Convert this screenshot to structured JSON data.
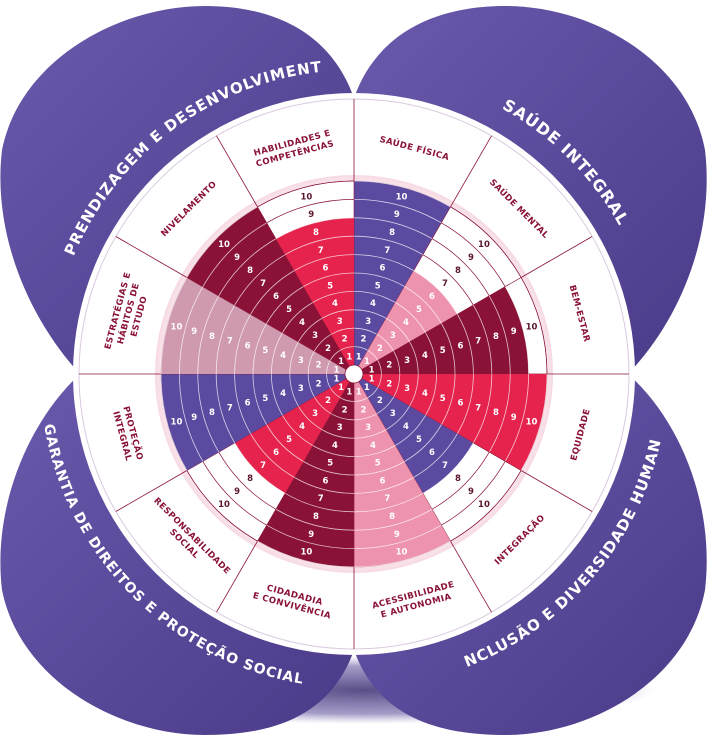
{
  "quadrants": [
    {
      "id": "aprendizagem",
      "title": "APRENDIZAGEM E DESENVOLVIMENTO"
    },
    {
      "id": "saude",
      "title": "SAÚDE INTEGRAL"
    },
    {
      "id": "inclusao",
      "title": "INCLUSÃO E DIVERSIDADE HUMANA"
    },
    {
      "id": "garantia",
      "title": "GARANTIA DE DIREITOS E PROTEÇÃO SOCIAL"
    }
  ],
  "segments": [
    {
      "id": "saude-fisica",
      "lines": [
        "SAÚDE FÍSICA"
      ],
      "value": 10,
      "color": "#5b4aa0"
    },
    {
      "id": "saude-mental",
      "lines": [
        "SAÚDE MENTAL"
      ],
      "value": 6,
      "color": "#ee93ae"
    },
    {
      "id": "bem-estar",
      "lines": [
        "BEM-ESTAR"
      ],
      "value": 9,
      "color": "#8a1236"
    },
    {
      "id": "equidade",
      "lines": [
        "EQUIDADE"
      ],
      "value": 10,
      "color": "#e5234c"
    },
    {
      "id": "integracao",
      "lines": [
        "INTEGRAÇÃO"
      ],
      "value": 7,
      "color": "#5b4aa0"
    },
    {
      "id": "acessibilidade",
      "lines": [
        "ACESSIBILIDADE",
        "E AUTONOMIA"
      ],
      "value": 10,
      "color": "#ee93ae"
    },
    {
      "id": "cidadania",
      "lines": [
        "CIDADADIA",
        "E CONVIVÊNCIA"
      ],
      "value": 10,
      "color": "#8a1236"
    },
    {
      "id": "responsabilidade",
      "lines": [
        "RESPONSABILIDADE",
        "SOCIAL"
      ],
      "value": 7,
      "color": "#e5234c"
    },
    {
      "id": "protecao",
      "lines": [
        "PROTEÇÃO",
        "INTEGRAL"
      ],
      "value": 10,
      "color": "#5b4aa0"
    },
    {
      "id": "estrategias",
      "lines": [
        "ESTRATÉGIAS E",
        "HÁBITOS DE",
        "ESTUDO"
      ],
      "value": 10,
      "color": "#cf9ab0"
    },
    {
      "id": "nivelamento",
      "lines": [
        "NIVELAMENTO"
      ],
      "value": 10,
      "color": "#8a1236"
    },
    {
      "id": "habilidades",
      "lines": [
        "HABILIDADES E",
        "COMPETÊNCIAS"
      ],
      "value": 8,
      "color": "#e5234c"
    }
  ],
  "rings": [
    "1",
    "2",
    "3",
    "4",
    "5",
    "6",
    "7",
    "8",
    "9",
    "10"
  ],
  "colors": {
    "purple": "#5a4aa0",
    "purple_dark": "#453583",
    "label_text": "#8a1236",
    "divider": "#8a1236"
  }
}
